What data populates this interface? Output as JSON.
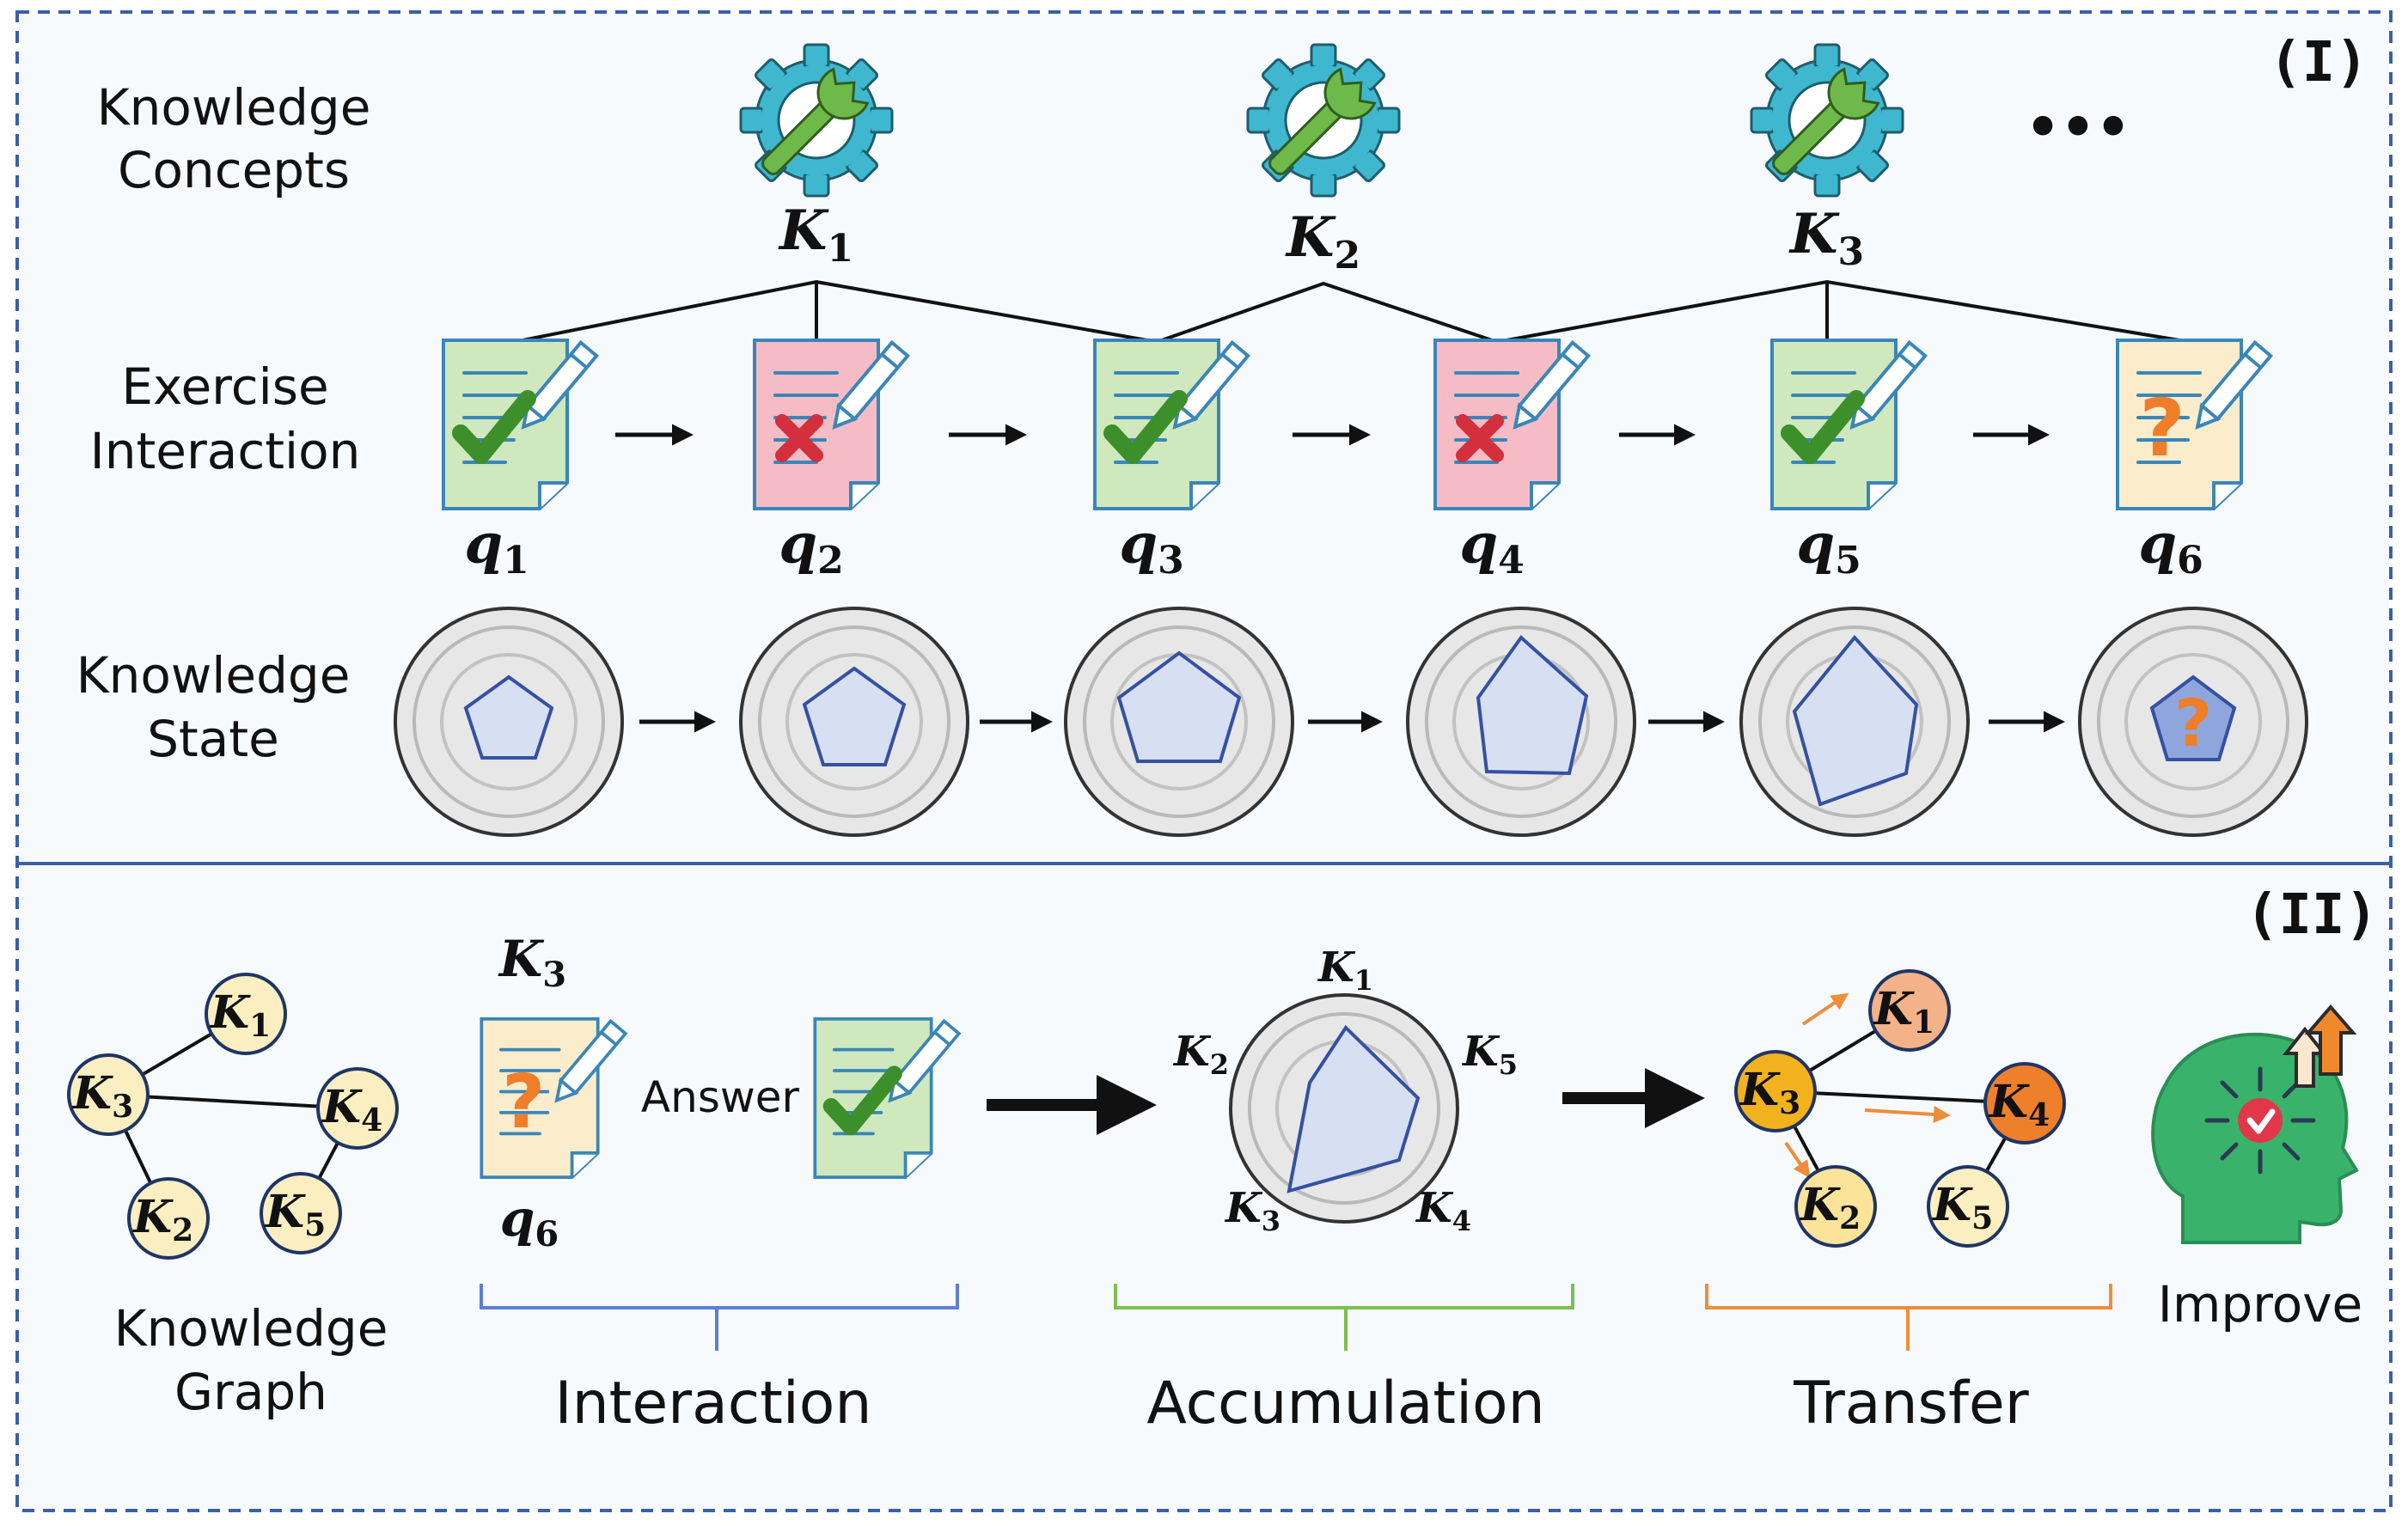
{
  "panel1": {
    "tag": "(I)",
    "row_labels": {
      "concepts": [
        "Knowledge",
        "Concepts"
      ],
      "exercise": [
        "Exercise",
        "Interaction"
      ],
      "state": [
        "Knowledge",
        "State"
      ]
    },
    "concepts": [
      {
        "base": "K",
        "sub": "1"
      },
      {
        "base": "K",
        "sub": "2"
      },
      {
        "base": "K",
        "sub": "3"
      }
    ],
    "ellipsis": "•••",
    "questions": [
      {
        "base": "q",
        "sub": "1",
        "result": "correct"
      },
      {
        "base": "q",
        "sub": "2",
        "result": "wrong"
      },
      {
        "base": "q",
        "sub": "3",
        "result": "correct"
      },
      {
        "base": "q",
        "sub": "4",
        "result": "wrong"
      },
      {
        "base": "q",
        "sub": "5",
        "result": "correct"
      },
      {
        "base": "q",
        "sub": "6",
        "result": "unknown"
      }
    ]
  },
  "panel2": {
    "tag": "(II)",
    "graph_label": [
      "Knowledge",
      "Graph"
    ],
    "graph_nodes": [
      {
        "base": "K",
        "sub": "1"
      },
      {
        "base": "K",
        "sub": "3"
      },
      {
        "base": "K",
        "sub": "4"
      },
      {
        "base": "K",
        "sub": "2"
      },
      {
        "base": "K",
        "sub": "5"
      }
    ],
    "interaction": {
      "concept": {
        "base": "K",
        "sub": "3"
      },
      "question": {
        "base": "q",
        "sub": "6"
      },
      "answer_label": "Answer"
    },
    "radar_labels": [
      {
        "base": "K",
        "sub": "1"
      },
      {
        "base": "K",
        "sub": "2"
      },
      {
        "base": "K",
        "sub": "5"
      },
      {
        "base": "K",
        "sub": "3"
      },
      {
        "base": "K",
        "sub": "4"
      }
    ],
    "transfer_nodes": [
      {
        "base": "K",
        "sub": "1"
      },
      {
        "base": "K",
        "sub": "3"
      },
      {
        "base": "K",
        "sub": "4"
      },
      {
        "base": "K",
        "sub": "2"
      },
      {
        "base": "K",
        "sub": "5"
      }
    ],
    "stages": [
      "Interaction",
      "Accumulation",
      "Transfer"
    ],
    "improve_label": "Improve"
  },
  "colors": {
    "correct_paper": "#cfe8bd",
    "wrong_paper": "#f6bcc6",
    "unknown_paper": "#fbeccb",
    "panel_bg": "#f6fafd",
    "node_yellow": "#fbefc2",
    "bracket_blue": "#5b7fd1",
    "bracket_green": "#7cbf55",
    "bracket_orange": "#ee8d3a",
    "gear": "#3fb8cf",
    "wrench": "#6fb84a"
  }
}
